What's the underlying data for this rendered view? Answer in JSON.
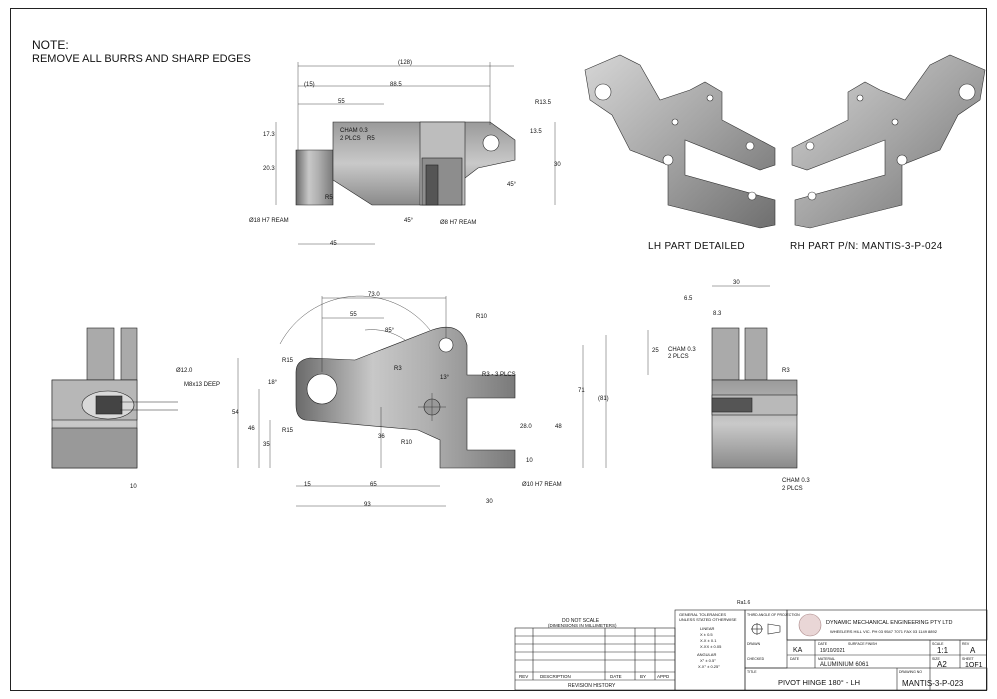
{
  "note": {
    "heading": "NOTE:",
    "text": "REMOVE ALL BURRS AND SHARP EDGES"
  },
  "captions": {
    "lh": "LH PART DETAILED",
    "rh": "RH PART  P/N: MANTIS-3-P-024"
  },
  "top_view": {
    "dims": [
      "(128)",
      "(15)",
      "88.5",
      "55",
      "R13.5",
      "13.5",
      "17.3",
      "CHAM 0.3",
      "2 PLCS",
      "R5",
      "30",
      "20.3",
      "R5",
      "45°",
      "45°",
      "Ø18 H7 REAM",
      "Ø8 H7 REAM",
      "45"
    ]
  },
  "front_view": {
    "dims": [
      "73.0",
      "55",
      "85°",
      "R10",
      "R15",
      "R3",
      "13°",
      "R3 - 3 PLCS",
      "18°",
      "71",
      "(81)",
      "54",
      "46",
      "35",
      "36",
      "R15",
      "R10",
      "28.0",
      "48",
      "10",
      "Ø10 H7 REAM",
      "15",
      "65",
      "93",
      "30"
    ]
  },
  "left_view": {
    "dims": [
      "Ø12.0",
      "M8x13 DEEP",
      "10"
    ]
  },
  "right_view": {
    "dims": [
      "30",
      "6.5",
      "8.3",
      "25",
      "CHAM 0.3",
      "2 PLCS",
      "R3",
      "CHAM 0.3",
      "2 PLCS"
    ]
  },
  "revision": {
    "header": "DO NOT SCALE",
    "subheader": "(DIMENSIONS IN MILLIMETERS)",
    "cols": [
      "REV",
      "DESCRIPTION",
      "DATE",
      "BY",
      "APPD"
    ],
    "title": "REVISION HISTORY"
  },
  "tolerances": {
    "title": "GENERAL TOLERANCES",
    "sub": "UNLESS STATED OTHERWISE",
    "linear": "LINEAR",
    "l1": "X ± 0.5",
    "l2": "X.X ± 0.1",
    "l3": "X.XX ± 0.05",
    "angular": "ANGULAR",
    "a1": "X° ± 0.5°",
    "a2": "X.X° ± 0.25°",
    "projection": "THIRD ANGLE OF PROJECTION"
  },
  "surface": "Ra1.6",
  "company": "DYNAMIC MECHANICAL ENGINEERING PTY LTD",
  "address": "WHEELERS HILL VIC. PH 03 9547 7071  FAX 03 1149 8892",
  "fields": {
    "drawn_label": "DRAWN",
    "drawn": "KA",
    "date_label": "DATE",
    "date": "19/10/2021",
    "checked_label": "CHECKED",
    "material_label": "MATERIAL",
    "material": "ALUMINIUM 6061",
    "finish_label": "SURFACE FINISH",
    "scale_label": "SCALE",
    "scale": "1:1",
    "rev_label": "REV",
    "rev": "A",
    "size_label": "SIZE",
    "size": "A2",
    "sheet_label": "SHEET",
    "sheet": "1OF1",
    "title_label": "TITLE",
    "title": "PIVOT HINGE 180° - LH",
    "dwg_label": "DRAWING NO",
    "dwg": "MANTIS-3-P-023"
  }
}
